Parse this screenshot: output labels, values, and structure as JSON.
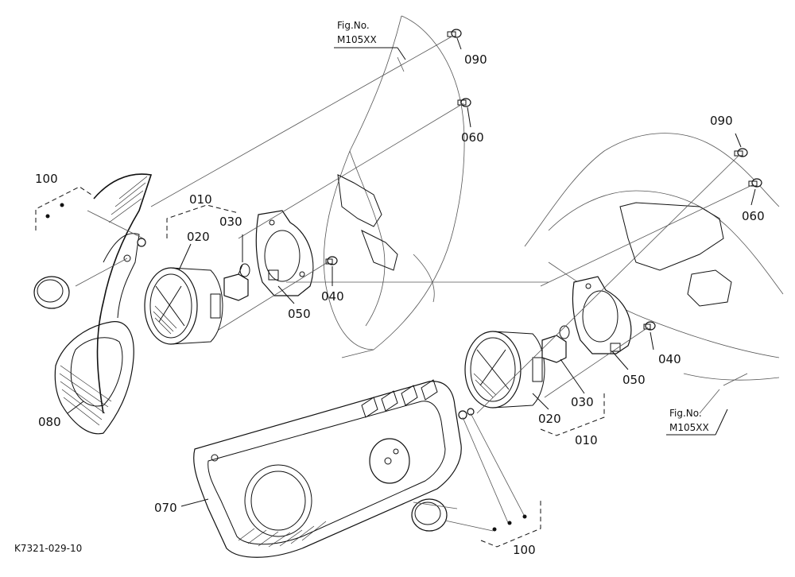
{
  "diagram": {
    "fig_refs": [
      {
        "line1": "Fig.No.",
        "line2": "M105XX"
      },
      {
        "line1": "Fig.No.",
        "line2": "M105XX"
      }
    ],
    "callouts": {
      "c090_top": "090",
      "c060_top": "060",
      "c090_right": "090",
      "c060_right": "060",
      "c100_left": "100",
      "c010_left": "010",
      "c030_left": "030",
      "c020_left": "020",
      "c040_left": "040",
      "c050_left": "050",
      "c080": "080",
      "c040_right": "040",
      "c050_right": "050",
      "c030_right": "030",
      "c020_right": "020",
      "c010_right": "010",
      "c070": "070",
      "c100_bottom": "100"
    },
    "drawing_ref": "K7321-029-10"
  }
}
